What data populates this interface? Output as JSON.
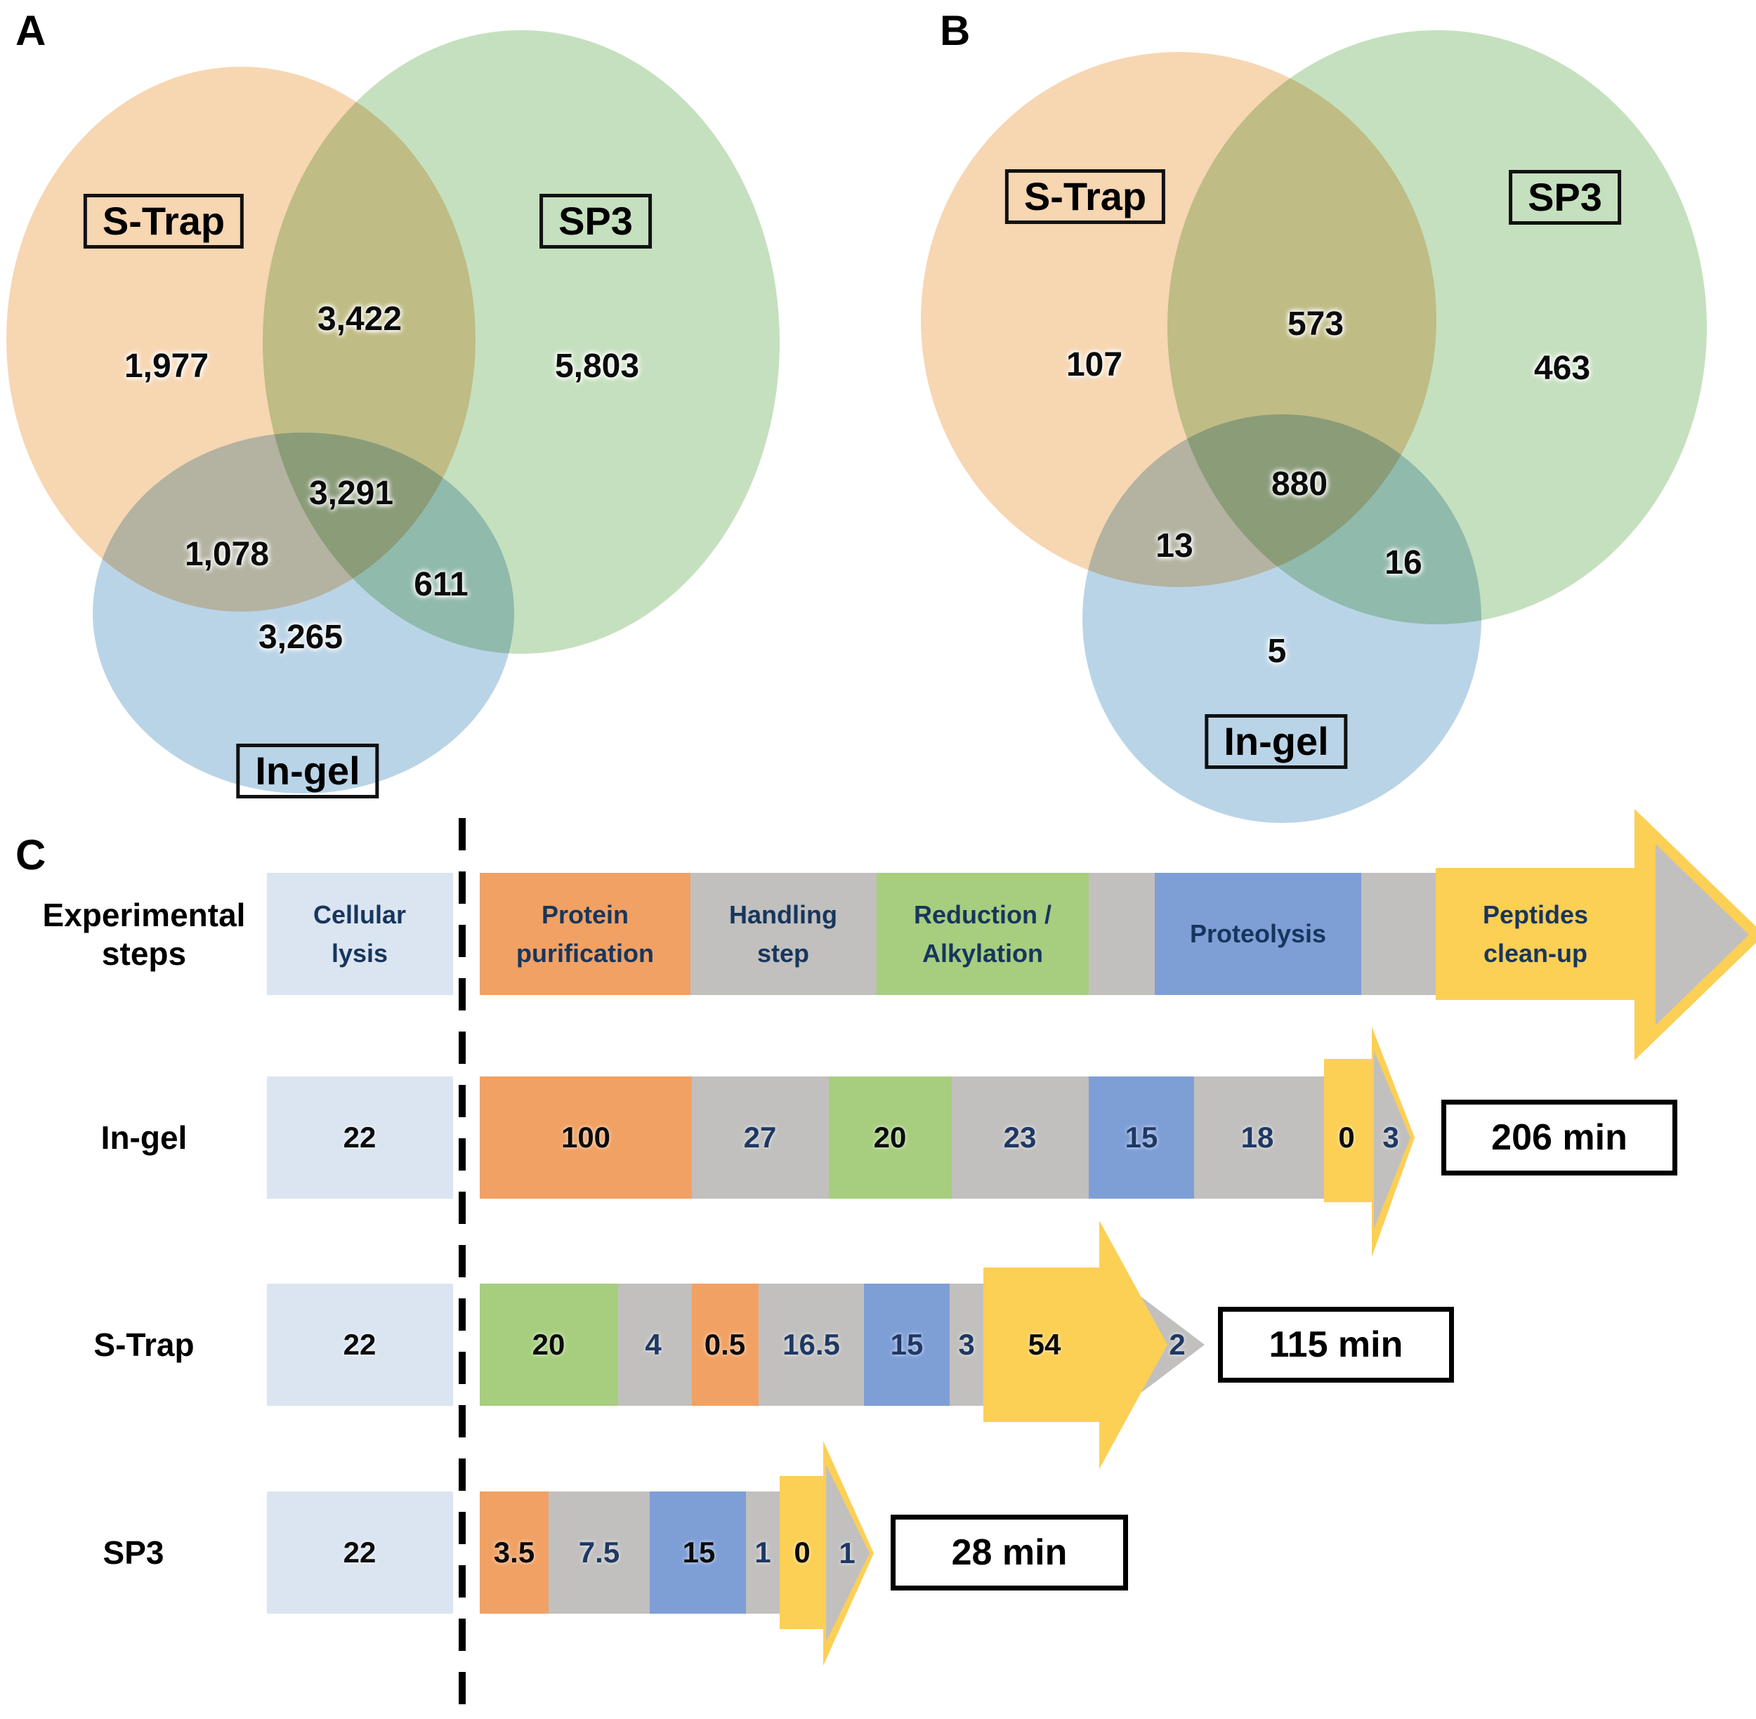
{
  "colors": {
    "venn_orange": "#F7D6B2",
    "venn_green": "#C5E0BE",
    "venn_blue": "#BAD4E7",
    "seg_orange": "#F1A164",
    "seg_green": "#A7CE7F",
    "seg_blue": "#7E9ED6",
    "seg_yellow": "#FCCF55",
    "seg_gray": "#C1C0BE",
    "seg_lightblue": "#DBE5F1",
    "number_navy": "#1F3864"
  },
  "panelA": {
    "letter": "A",
    "label_strap": "S-Trap",
    "label_sp3": "SP3",
    "label_ingel": "In-gel",
    "n_strap": "1,977",
    "n_strap_sp3": "3,422",
    "n_sp3": "5,803",
    "n_strap_ingel": "1,078",
    "n_center": "3,291",
    "n_sp3_ingel": "611",
    "n_ingel": "3,265"
  },
  "panelB": {
    "letter": "B",
    "label_strap": "S-Trap",
    "label_sp3": "SP3",
    "label_ingel": "In-gel",
    "n_strap": "107",
    "n_strap_sp3": "573",
    "n_sp3": "463",
    "n_strap_ingel": "13",
    "n_center": "880",
    "n_sp3_ingel": "16",
    "n_ingel": "5"
  },
  "panelC": {
    "letter": "C",
    "header_label_1": "Experimental",
    "header_label_2": "steps",
    "lysis_1": "Cellular",
    "lysis_2": "lysis",
    "seg_protein_1": "Protein",
    "seg_protein_2": "purification",
    "seg_handling_1": "Handling",
    "seg_handling_2": "step",
    "seg_reduction_1": "Reduction /",
    "seg_reduction_2": "Alkylation",
    "seg_proteolysis": "Proteolysis",
    "seg_peptides_1": "Peptides",
    "seg_peptides_2": "clean-up",
    "rows": [
      {
        "label": "In-gel",
        "lysis": "22",
        "segs": [
          "100",
          "27",
          "20",
          "23",
          "15",
          "18",
          "0"
        ],
        "tail": "3",
        "total": "206 min"
      },
      {
        "label": "S-Trap",
        "lysis": "22",
        "segs": [
          "20",
          "4",
          "0.5",
          "16.5",
          "15",
          "3",
          "54"
        ],
        "tail": "2",
        "total": "115 min"
      },
      {
        "label": "SP3",
        "lysis": "22",
        "segs": [
          "3.5",
          "7.5",
          "15",
          "1",
          "0"
        ],
        "tail": "1",
        "total": "28 min"
      }
    ]
  },
  "chart_data": [
    {
      "type": "venn",
      "panel": "A",
      "sets": [
        "S-Trap",
        "SP3",
        "In-gel"
      ],
      "values": {
        "S-Trap_only": 1977,
        "SP3_only": 5803,
        "In-gel_only": 3265,
        "S-Trap_and_SP3": 3422,
        "S-Trap_and_In-gel": 1078,
        "SP3_and_In-gel": 611,
        "S-Trap_and_SP3_and_In-gel": 3291
      }
    },
    {
      "type": "venn",
      "panel": "B",
      "sets": [
        "S-Trap",
        "SP3",
        "In-gel"
      ],
      "values": {
        "S-Trap_only": 107,
        "SP3_only": 463,
        "In-gel_only": 5,
        "S-Trap_and_SP3": 573,
        "S-Trap_and_In-gel": 13,
        "SP3_and_In-gel": 16,
        "S-Trap_and_SP3_and_In-gel": 880
      }
    },
    {
      "type": "stacked-timeline",
      "panel": "C",
      "step_categories": [
        "Cellular lysis",
        "Protein purification",
        "Handling step",
        "Reduction / Alkylation",
        "Proteolysis",
        "Peptides clean-up"
      ],
      "rows": [
        {
          "name": "In-gel",
          "cellular_lysis_min": 22,
          "steps_min": [
            100,
            27,
            20,
            23,
            15,
            18,
            0,
            3
          ],
          "total_min": 206
        },
        {
          "name": "S-Trap",
          "cellular_lysis_min": 22,
          "steps_min": [
            20,
            4,
            0.5,
            16.5,
            15,
            3,
            54,
            2
          ],
          "total_min": 115
        },
        {
          "name": "SP3",
          "cellular_lysis_min": 22,
          "steps_min": [
            3.5,
            7.5,
            15,
            1,
            0,
            1
          ],
          "total_min": 28
        }
      ]
    }
  ]
}
